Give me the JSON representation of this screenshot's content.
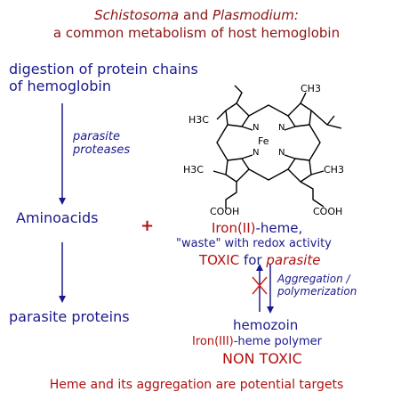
{
  "title": {
    "line1_part1": "Schistosoma",
    "line1_part2": " and ",
    "line1_part3": "Plasmodium:",
    "line2": "a common metabolism of host hemoglobin"
  },
  "left": {
    "digestion_line1": "digestion of protein chains",
    "digestion_line2": "of hemoglobin",
    "proteases_line1": "parasite",
    "proteases_line2": "proteases",
    "aminoacids": "Aminoacids",
    "plus": "+",
    "parasite_proteins": "parasite proteins"
  },
  "heme_structure": {
    "fe": "Fe",
    "n_labels": [
      "N",
      "N",
      "N",
      "N"
    ],
    "ch3_tl": "H3C",
    "ch3_tr": "CH3",
    "ch3_ml": "H3C",
    "ch3_mr": "CH3",
    "cooh_left": "COOH",
    "cooh_right": "COOH"
  },
  "heme": {
    "iron_red": "Iron(II)",
    "iron_rest": "-heme,",
    "waste": "\"waste\" with redox activity",
    "toxic_red": "TOXIC",
    "toxic_rest": " for ",
    "toxic_parasite": "parasite"
  },
  "aggregation": {
    "line1": "Aggregation /",
    "line2": "polymerization"
  },
  "hemozoin": {
    "name": "hemozoin",
    "polymer_red": "Iron(III)",
    "polymer_rest": "-heme polymer",
    "non_toxic": "NON TOXIC"
  },
  "footer": "Heme and its aggregation are potential targets",
  "colors": {
    "red": "#b01010",
    "blue": "#1a1a8c",
    "title": "#8b1414"
  }
}
